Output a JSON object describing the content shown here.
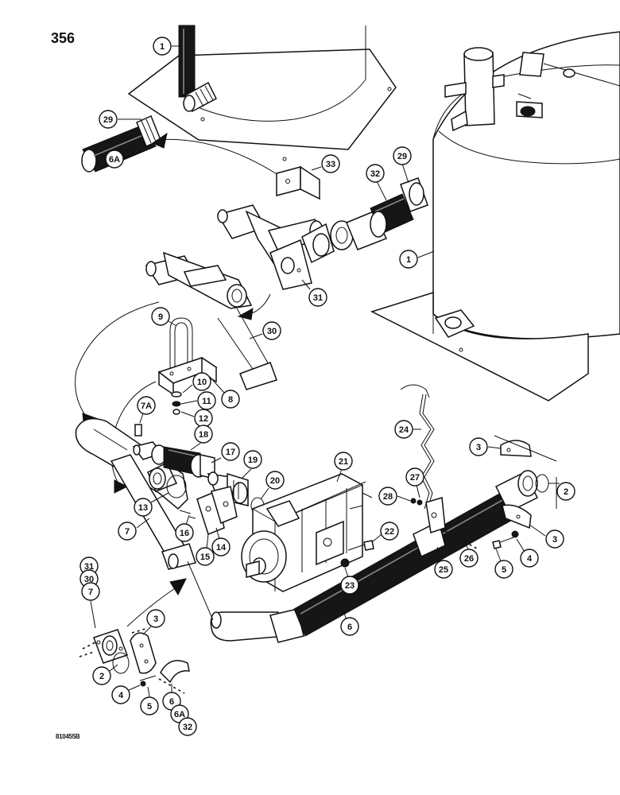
{
  "page_number": "356",
  "figure_code": "810455B",
  "callouts": [
    {
      "label": "1"
    },
    {
      "label": "29"
    },
    {
      "label": "6A"
    },
    {
      "label": "33"
    },
    {
      "label": "32"
    },
    {
      "label": "29"
    },
    {
      "label": "1"
    },
    {
      "label": "31"
    },
    {
      "label": "30"
    },
    {
      "label": "9"
    },
    {
      "label": "8"
    },
    {
      "label": "10"
    },
    {
      "label": "11"
    },
    {
      "label": "12"
    },
    {
      "label": "7A"
    },
    {
      "label": "18"
    },
    {
      "label": "17"
    },
    {
      "label": "19"
    },
    {
      "label": "21"
    },
    {
      "label": "20"
    },
    {
      "label": "13"
    },
    {
      "label": "16"
    },
    {
      "label": "14"
    },
    {
      "label": "15"
    },
    {
      "label": "7"
    },
    {
      "label": "22"
    },
    {
      "label": "23"
    },
    {
      "label": "24"
    },
    {
      "label": "3"
    },
    {
      "label": "2"
    },
    {
      "label": "27"
    },
    {
      "label": "28"
    },
    {
      "label": "3"
    },
    {
      "label": "4"
    },
    {
      "label": "5"
    },
    {
      "label": "26"
    },
    {
      "label": "25"
    },
    {
      "label": "6"
    },
    {
      "label": "31"
    },
    {
      "label": "30"
    },
    {
      "label": "7"
    },
    {
      "label": "3"
    },
    {
      "label": "2"
    },
    {
      "label": "4"
    },
    {
      "label": "5"
    },
    {
      "label": "6"
    },
    {
      "label": "6A"
    },
    {
      "label": "32"
    }
  ]
}
